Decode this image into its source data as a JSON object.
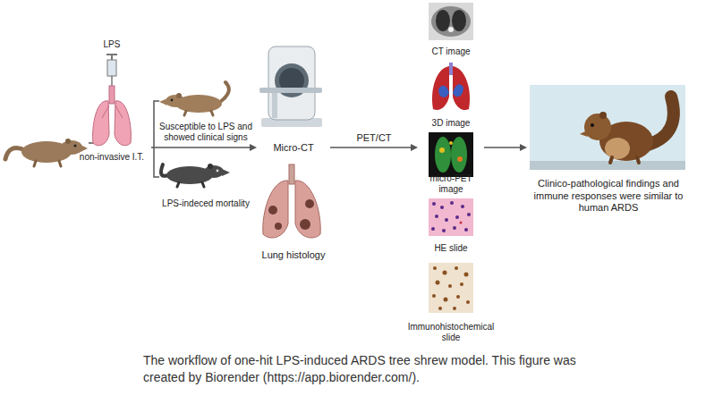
{
  "diagram": {
    "caption": "The workflow of one-hit LPS-induced ARDS tree shrew model. This figure was created by Biorender (https://app.biorender.com/).",
    "nodes": [
      {
        "text": [
          "LPS",
          "non-invasive I.T."
        ]
      },
      {
        "text": [
          "Susceptible to LPS and showed clinical signs"
        ]
      },
      {
        "text": [
          "LPS-indeced mortality"
        ]
      },
      {
        "text": [
          "Micro-CT"
        ]
      },
      {
        "text": [
          "Lung histology"
        ]
      },
      {
        "text": [
          "CT image"
        ]
      },
      {
        "text": [
          "3D image"
        ]
      },
      {
        "text": [
          "micro-PET image"
        ]
      },
      {
        "text": [
          "HE slide"
        ]
      },
      {
        "text": [
          "Immunohistochemical slide"
        ]
      },
      {
        "text": [
          "Clinico-pathological findings and immune responses were similar to human ARDS"
        ]
      }
    ],
    "edges": [
      {
        "from": 0,
        "to": 3,
        "arrow": "to"
      },
      {
        "from": 3,
        "to": 7,
        "label": "PET/CT",
        "arrow": "to"
      },
      {
        "from": 7,
        "to": 10,
        "arrow": "to"
      }
    ]
  }
}
